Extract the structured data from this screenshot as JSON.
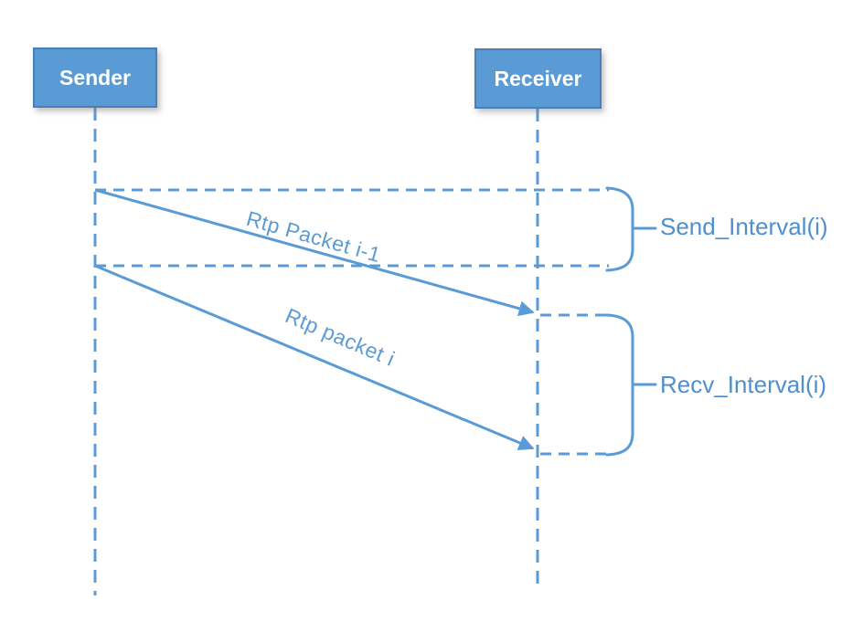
{
  "diagram": {
    "actors": [
      {
        "label": "Sender"
      },
      {
        "label": "Receiver"
      }
    ],
    "messages": [
      {
        "label": "Rtp Packet i-1"
      },
      {
        "label": "Rtp packet i"
      }
    ],
    "intervals": [
      {
        "label": "Send_Interval(i)"
      },
      {
        "label": "Recv_Interval(i)"
      }
    ],
    "colors": {
      "accent_blue": "#5B9BD5",
      "box_fill": "#5B9BD5",
      "box_border": "#4A7EBB",
      "box_text": "#FFFFFF",
      "label_text": "#4E8FCC",
      "background": "#FFFFFF"
    }
  }
}
